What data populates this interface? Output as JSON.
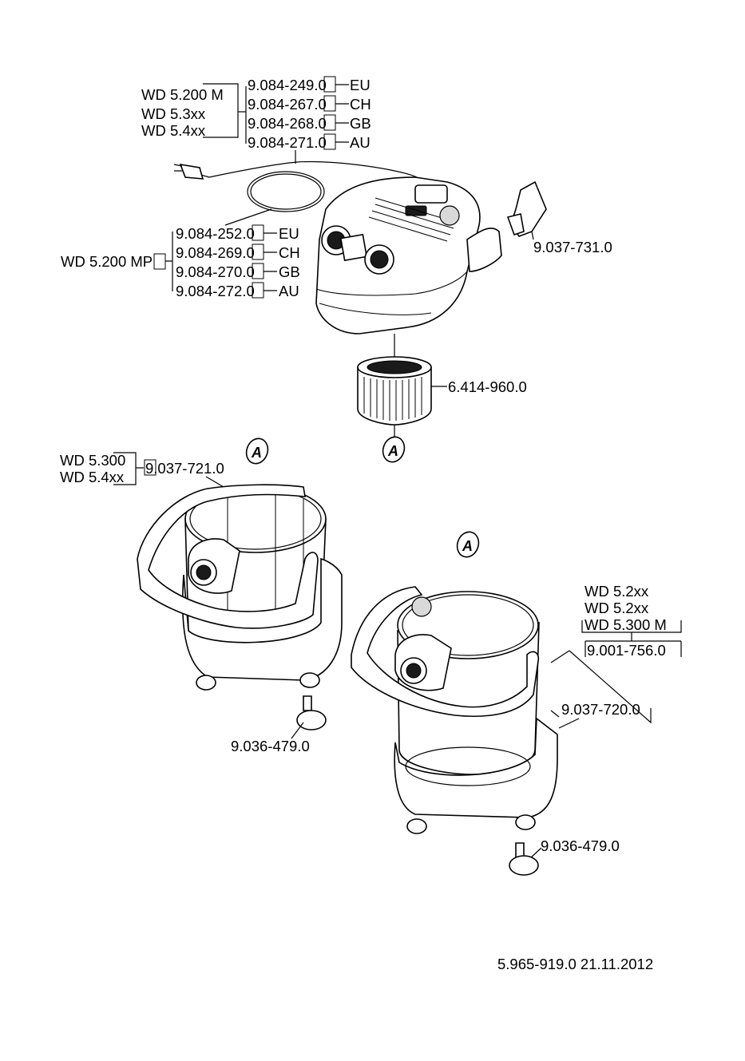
{
  "cable_group_top": {
    "models": [
      "WD 5.200 M",
      "WD 5.3xx",
      "WD 5.4xx"
    ],
    "parts": [
      {
        "number": "9.084-249.0",
        "region": "EU"
      },
      {
        "number": "9.084-267.0",
        "region": "CH"
      },
      {
        "number": "9.084-268.0",
        "region": "GB"
      },
      {
        "number": "9.084-271.0",
        "region": "AU"
      }
    ]
  },
  "cable_group_mp": {
    "model": "WD 5.200 MP",
    "parts": [
      {
        "number": "9.084-252.0",
        "region": "EU"
      },
      {
        "number": "9.084-269.0",
        "region": "CH"
      },
      {
        "number": "9.084-270.0",
        "region": "GB"
      },
      {
        "number": "9.084-272.0",
        "region": "AU"
      }
    ]
  },
  "clip_part": "9.037-731.0",
  "filter_part": "6.414-960.0",
  "marker_letter": "A",
  "container_left": {
    "models": [
      "WD 5.300",
      "WD 5.4xx"
    ],
    "part": "9.037-721.0",
    "caster_part": "9.036-479.0"
  },
  "container_right": {
    "models": [
      "WD 5.2xx",
      "WD 5.2xx",
      "WD 5.300 M"
    ],
    "container_part": "9.001-756.0",
    "base_part": "9.037-720.0",
    "caster_part": "9.036-479.0"
  },
  "footer": "5.965-919.0  21.11.2012"
}
